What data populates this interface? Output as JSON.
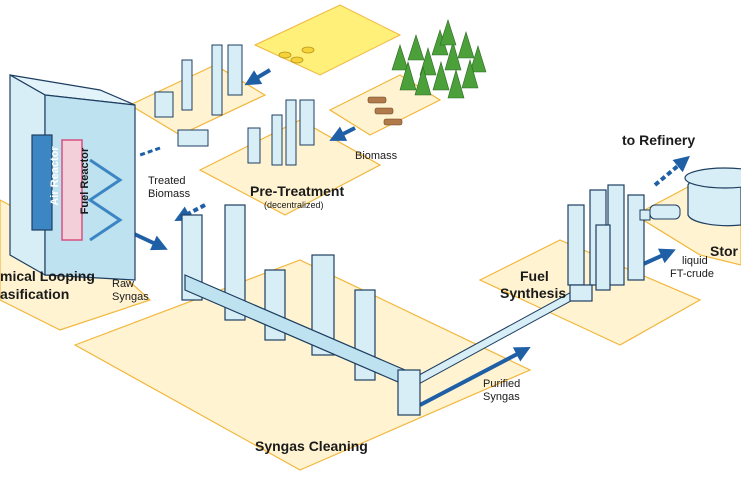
{
  "labels": {
    "chemical_looping_gasification": "Chemical Looping\nGasification",
    "chemical_looping_line1": "mical Looping",
    "chemical_looping_line2": "asification",
    "air_reactor": "Air Reactor",
    "fuel_reactor": "Fuel Reactor",
    "treated_biomass_line1": "Treated",
    "treated_biomass_line2": "Biomass",
    "pre_treatment": "Pre-Treatment",
    "decentralized": "(decentralized)",
    "biomass": "Biomass",
    "raw_syngas_line1": "Raw",
    "raw_syngas_line2": "Syngas",
    "syngas_cleaning": "Syngas Cleaning",
    "purified_syngas_line1": "Purified",
    "purified_syngas_line2": "Syngas",
    "fuel_synthesis_line1": "Fuel",
    "fuel_synthesis_line2": "Synthesis",
    "liquid_ft_crude_line1": "liquid",
    "liquid_ft_crude_line2": "FT-crude",
    "storage": "Stor",
    "to_refinery": "to Refinery"
  },
  "colors": {
    "platform_fill": "#fff3d1",
    "platform_stroke": "#f2b63a",
    "equipment_fill": "#d8eef7",
    "equipment_stroke": "#1e3f60",
    "flow_arrow": "#1f5fa6",
    "field": "#fff07a",
    "tree": "#4ba03a",
    "reactor_blue": "#3d86c4",
    "fuel_reactor_pink": "#f3cfd9"
  }
}
